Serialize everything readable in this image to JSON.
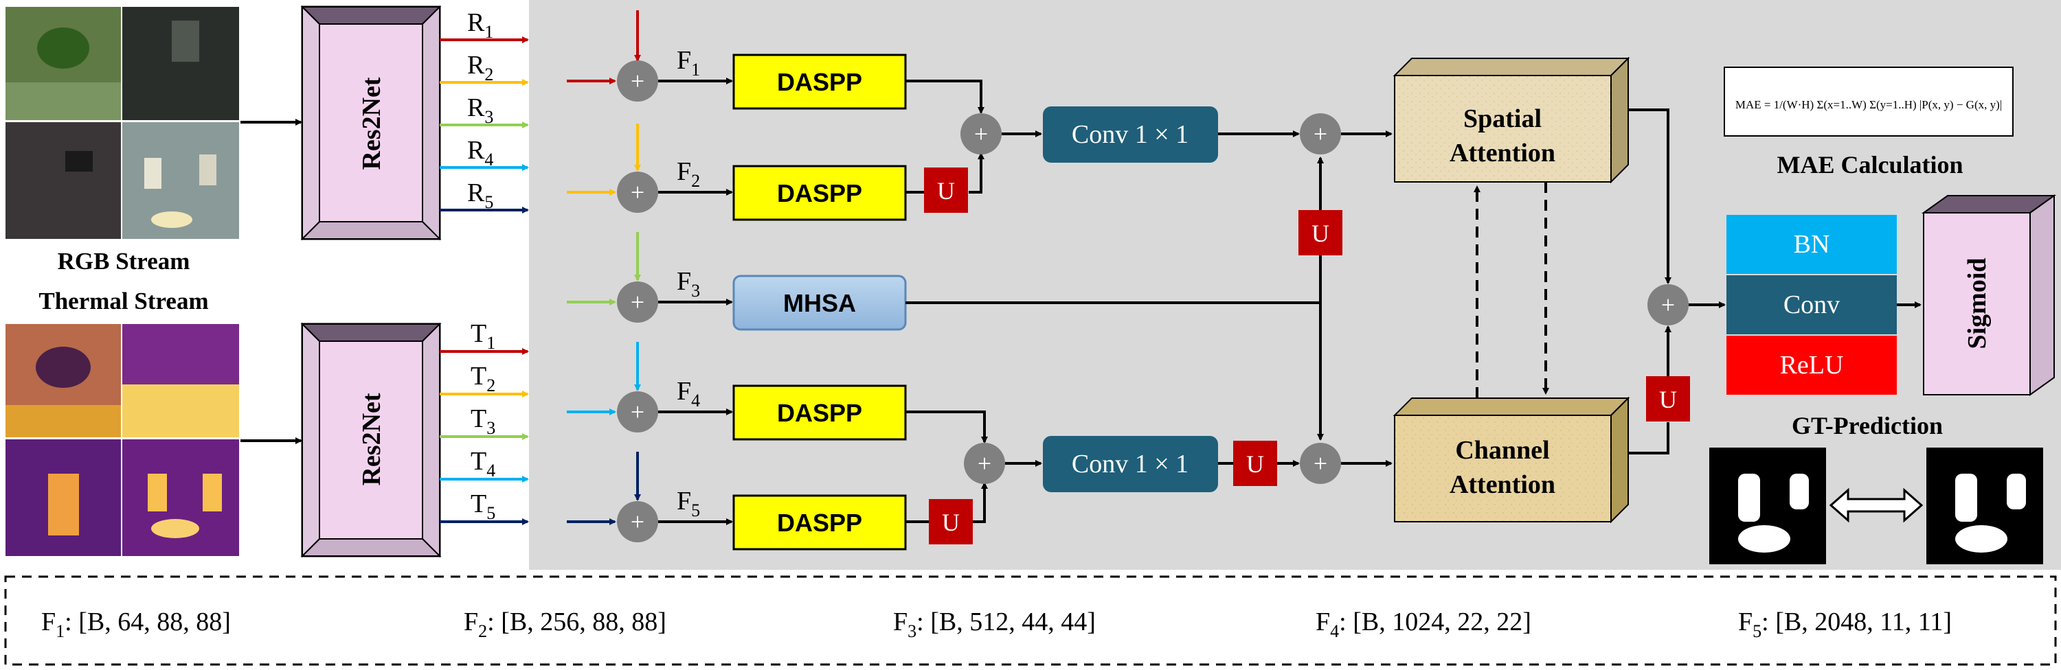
{
  "streams": {
    "rgb_label": "RGB Stream",
    "thermal_label": "Thermal Stream"
  },
  "backbone": {
    "rgb": "Res2Net",
    "thermal": "Res2Net"
  },
  "rgb_outputs": [
    {
      "base": "R",
      "sub": "1",
      "color": "#c00000"
    },
    {
      "base": "R",
      "sub": "2",
      "color": "#ffc000"
    },
    {
      "base": "R",
      "sub": "3",
      "color": "#92d050"
    },
    {
      "base": "R",
      "sub": "4",
      "color": "#00b0f0"
    },
    {
      "base": "R",
      "sub": "5",
      "color": "#002060"
    }
  ],
  "thermal_outputs": [
    {
      "base": "T",
      "sub": "1",
      "color": "#c00000"
    },
    {
      "base": "T",
      "sub": "2",
      "color": "#ffc000"
    },
    {
      "base": "T",
      "sub": "3",
      "color": "#92d050"
    },
    {
      "base": "T",
      "sub": "4",
      "color": "#00b0f0"
    },
    {
      "base": "T",
      "sub": "5",
      "color": "#002060"
    }
  ],
  "fused": [
    {
      "base": "F",
      "sub": "1",
      "module": "DASPP"
    },
    {
      "base": "F",
      "sub": "2",
      "module": "DASPP"
    },
    {
      "base": "F",
      "sub": "3",
      "module": "MHSA"
    },
    {
      "base": "F",
      "sub": "4",
      "module": "DASPP"
    },
    {
      "base": "F",
      "sub": "5",
      "module": "DASPP"
    }
  ],
  "plus_symbol": "+",
  "upsample": "U",
  "conv_top": "Conv 1 × 1",
  "conv_bottom": "Conv 1 × 1",
  "spatial_attention": [
    "Spatial",
    "Attention"
  ],
  "channel_attention": [
    "Channel",
    "Attention"
  ],
  "head": {
    "bn": "BN",
    "conv": "Conv",
    "relu": "ReLU",
    "sigmoid": "Sigmoid"
  },
  "mae": {
    "formula": "MAE = 1/(W·H) Σ(x=1..W) Σ(y=1..H) |P(x, y) − G(x, y)|",
    "caption": "MAE Calculation"
  },
  "gt_prediction": "GT-Prediction",
  "shapes": [
    {
      "base": "F",
      "sub": "1",
      "value": ": [B, 64, 88, 88]"
    },
    {
      "base": "F",
      "sub": "2",
      "value": ": [B, 256, 88, 88]"
    },
    {
      "base": "F",
      "sub": "3",
      "value": ": [B, 512, 44, 44]"
    },
    {
      "base": "F",
      "sub": "4",
      "value": ": [B, 1024, 22, 22]"
    },
    {
      "base": "F",
      "sub": "5",
      "value": ": [B, 2048, 11, 11]"
    }
  ],
  "colors": {
    "panel": "#d9d9d9",
    "daspp": "#ffff00",
    "mhsa": "#9dc3e6",
    "conv": "#1f5f7a",
    "upsample": "#c00000",
    "plus": "#808080",
    "resnet": "#f2d3ee",
    "attention": "#eadcb8",
    "bn": "#00b0f0",
    "relu": "#ff0000"
  }
}
